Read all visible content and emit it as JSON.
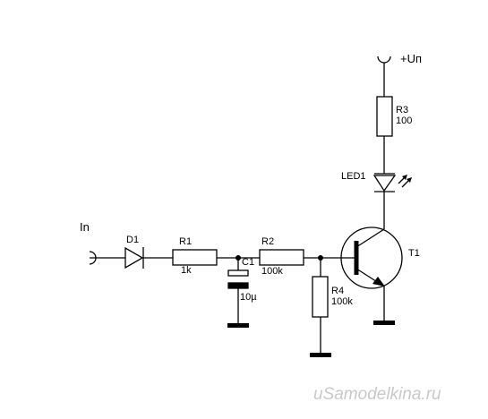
{
  "labels": {
    "input": "In",
    "supply": "+Uп",
    "d1": "D1",
    "r1_name": "R1",
    "r1_value": "1k",
    "c1_name": "C1",
    "c1_value": "10µ",
    "r2_name": "R2",
    "r2_value": "100k",
    "r4_name": "R4",
    "r4_value": "100k",
    "r3_name": "R3",
    "r3_value": "100",
    "led1": "LED1",
    "t1": "T1"
  },
  "watermark": "uSamodelkina.ru"
}
